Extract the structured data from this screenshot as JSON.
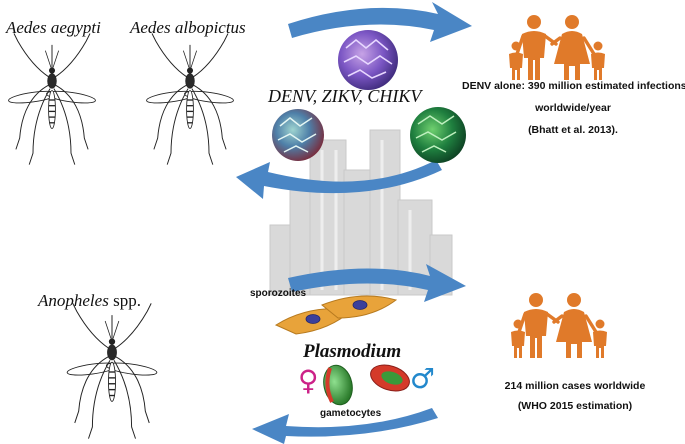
{
  "colors": {
    "arrow": "#4a86c5",
    "family": "#e07a2a",
    "cell": "#e8a33a",
    "nucleus": "#3b3f9a",
    "female_symbol": "#cc2288",
    "male_symbol": "#2288cc",
    "gametocyte_green": "#3a9a3a",
    "gametocyte_red": "#d43a2a",
    "city": "#c9c9c9"
  },
  "icons": {
    "mosquito": "mosquito-icon",
    "virus": "virus-particle-icon",
    "family": "family-icon",
    "city": "city-skyline-icon",
    "female": "female-symbol-icon",
    "male": "male-symbol-icon"
  },
  "vectors": {
    "aedes_aegypti": "Aedes aegypti",
    "aedes_albopictus": "Aedes albopictus",
    "anopheles_genus": "Anopheles",
    "anopheles_suffix": " spp."
  },
  "viruses": {
    "label": "DENV, ZIKV, CHIKV"
  },
  "dengue_burden": {
    "line1": "DENV alone: 390 million estimated infections",
    "line2": "worldwide/year",
    "citation": "(Bhatt et al. 2013)."
  },
  "malaria": {
    "sporozoites": "sporozoites",
    "plasmodium": "Plasmodium",
    "gametocytes": "gametocytes",
    "female_glyph": "♀",
    "male_glyph": "♂",
    "cases": "214 million cases worldwide",
    "citation": "(WHO 2015 estimation)"
  }
}
